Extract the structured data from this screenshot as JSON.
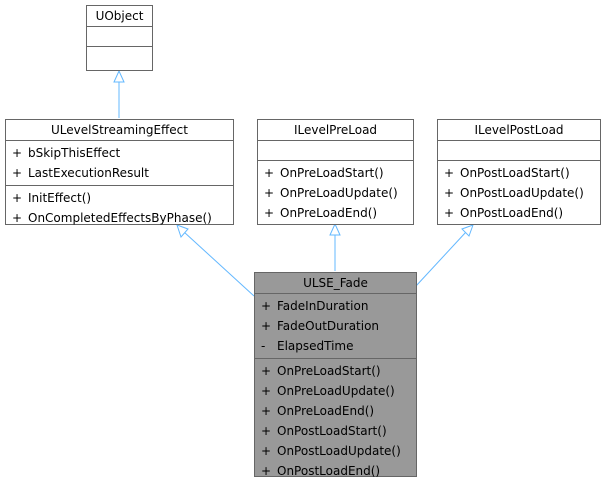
{
  "classes": {
    "uobject": {
      "name": "UObject"
    },
    "ulevelstreamingeffect": {
      "name": "ULevelStreamingEffect",
      "attributes": [
        {
          "vis": "+",
          "name": "bSkipThisEffect"
        },
        {
          "vis": "+",
          "name": "LastExecutionResult"
        }
      ],
      "methods": [
        {
          "vis": "+",
          "name": "InitEffect()"
        },
        {
          "vis": "+",
          "name": "OnCompletedEffectsByPhase()"
        }
      ]
    },
    "ilevelpreload": {
      "name": "ILevelPreLoad",
      "methods": [
        {
          "vis": "+",
          "name": "OnPreLoadStart()"
        },
        {
          "vis": "+",
          "name": "OnPreLoadUpdate()"
        },
        {
          "vis": "+",
          "name": "OnPreLoadEnd()"
        }
      ]
    },
    "ilevelpostload": {
      "name": "ILevelPostLoad",
      "methods": [
        {
          "vis": "+",
          "name": "OnPostLoadStart()"
        },
        {
          "vis": "+",
          "name": "OnPostLoadUpdate()"
        },
        {
          "vis": "+",
          "name": "OnPostLoadEnd()"
        }
      ]
    },
    "ulse_fade": {
      "name": "ULSE_Fade",
      "attributes": [
        {
          "vis": "+",
          "name": "FadeInDuration"
        },
        {
          "vis": "+",
          "name": "FadeOutDuration"
        },
        {
          "vis": "-",
          "name": "ElapsedTime"
        }
      ],
      "methods": [
        {
          "vis": "+",
          "name": "OnPreLoadStart()"
        },
        {
          "vis": "+",
          "name": "OnPreLoadUpdate()"
        },
        {
          "vis": "+",
          "name": "OnPreLoadEnd()"
        },
        {
          "vis": "+",
          "name": "OnPostLoadStart()"
        },
        {
          "vis": "+",
          "name": "OnPostLoadUpdate()"
        },
        {
          "vis": "+",
          "name": "OnPostLoadEnd()"
        }
      ]
    }
  },
  "colors": {
    "border": "#666666",
    "focus_fill": "#999999",
    "inheritance_edge": "#63B8FF"
  }
}
